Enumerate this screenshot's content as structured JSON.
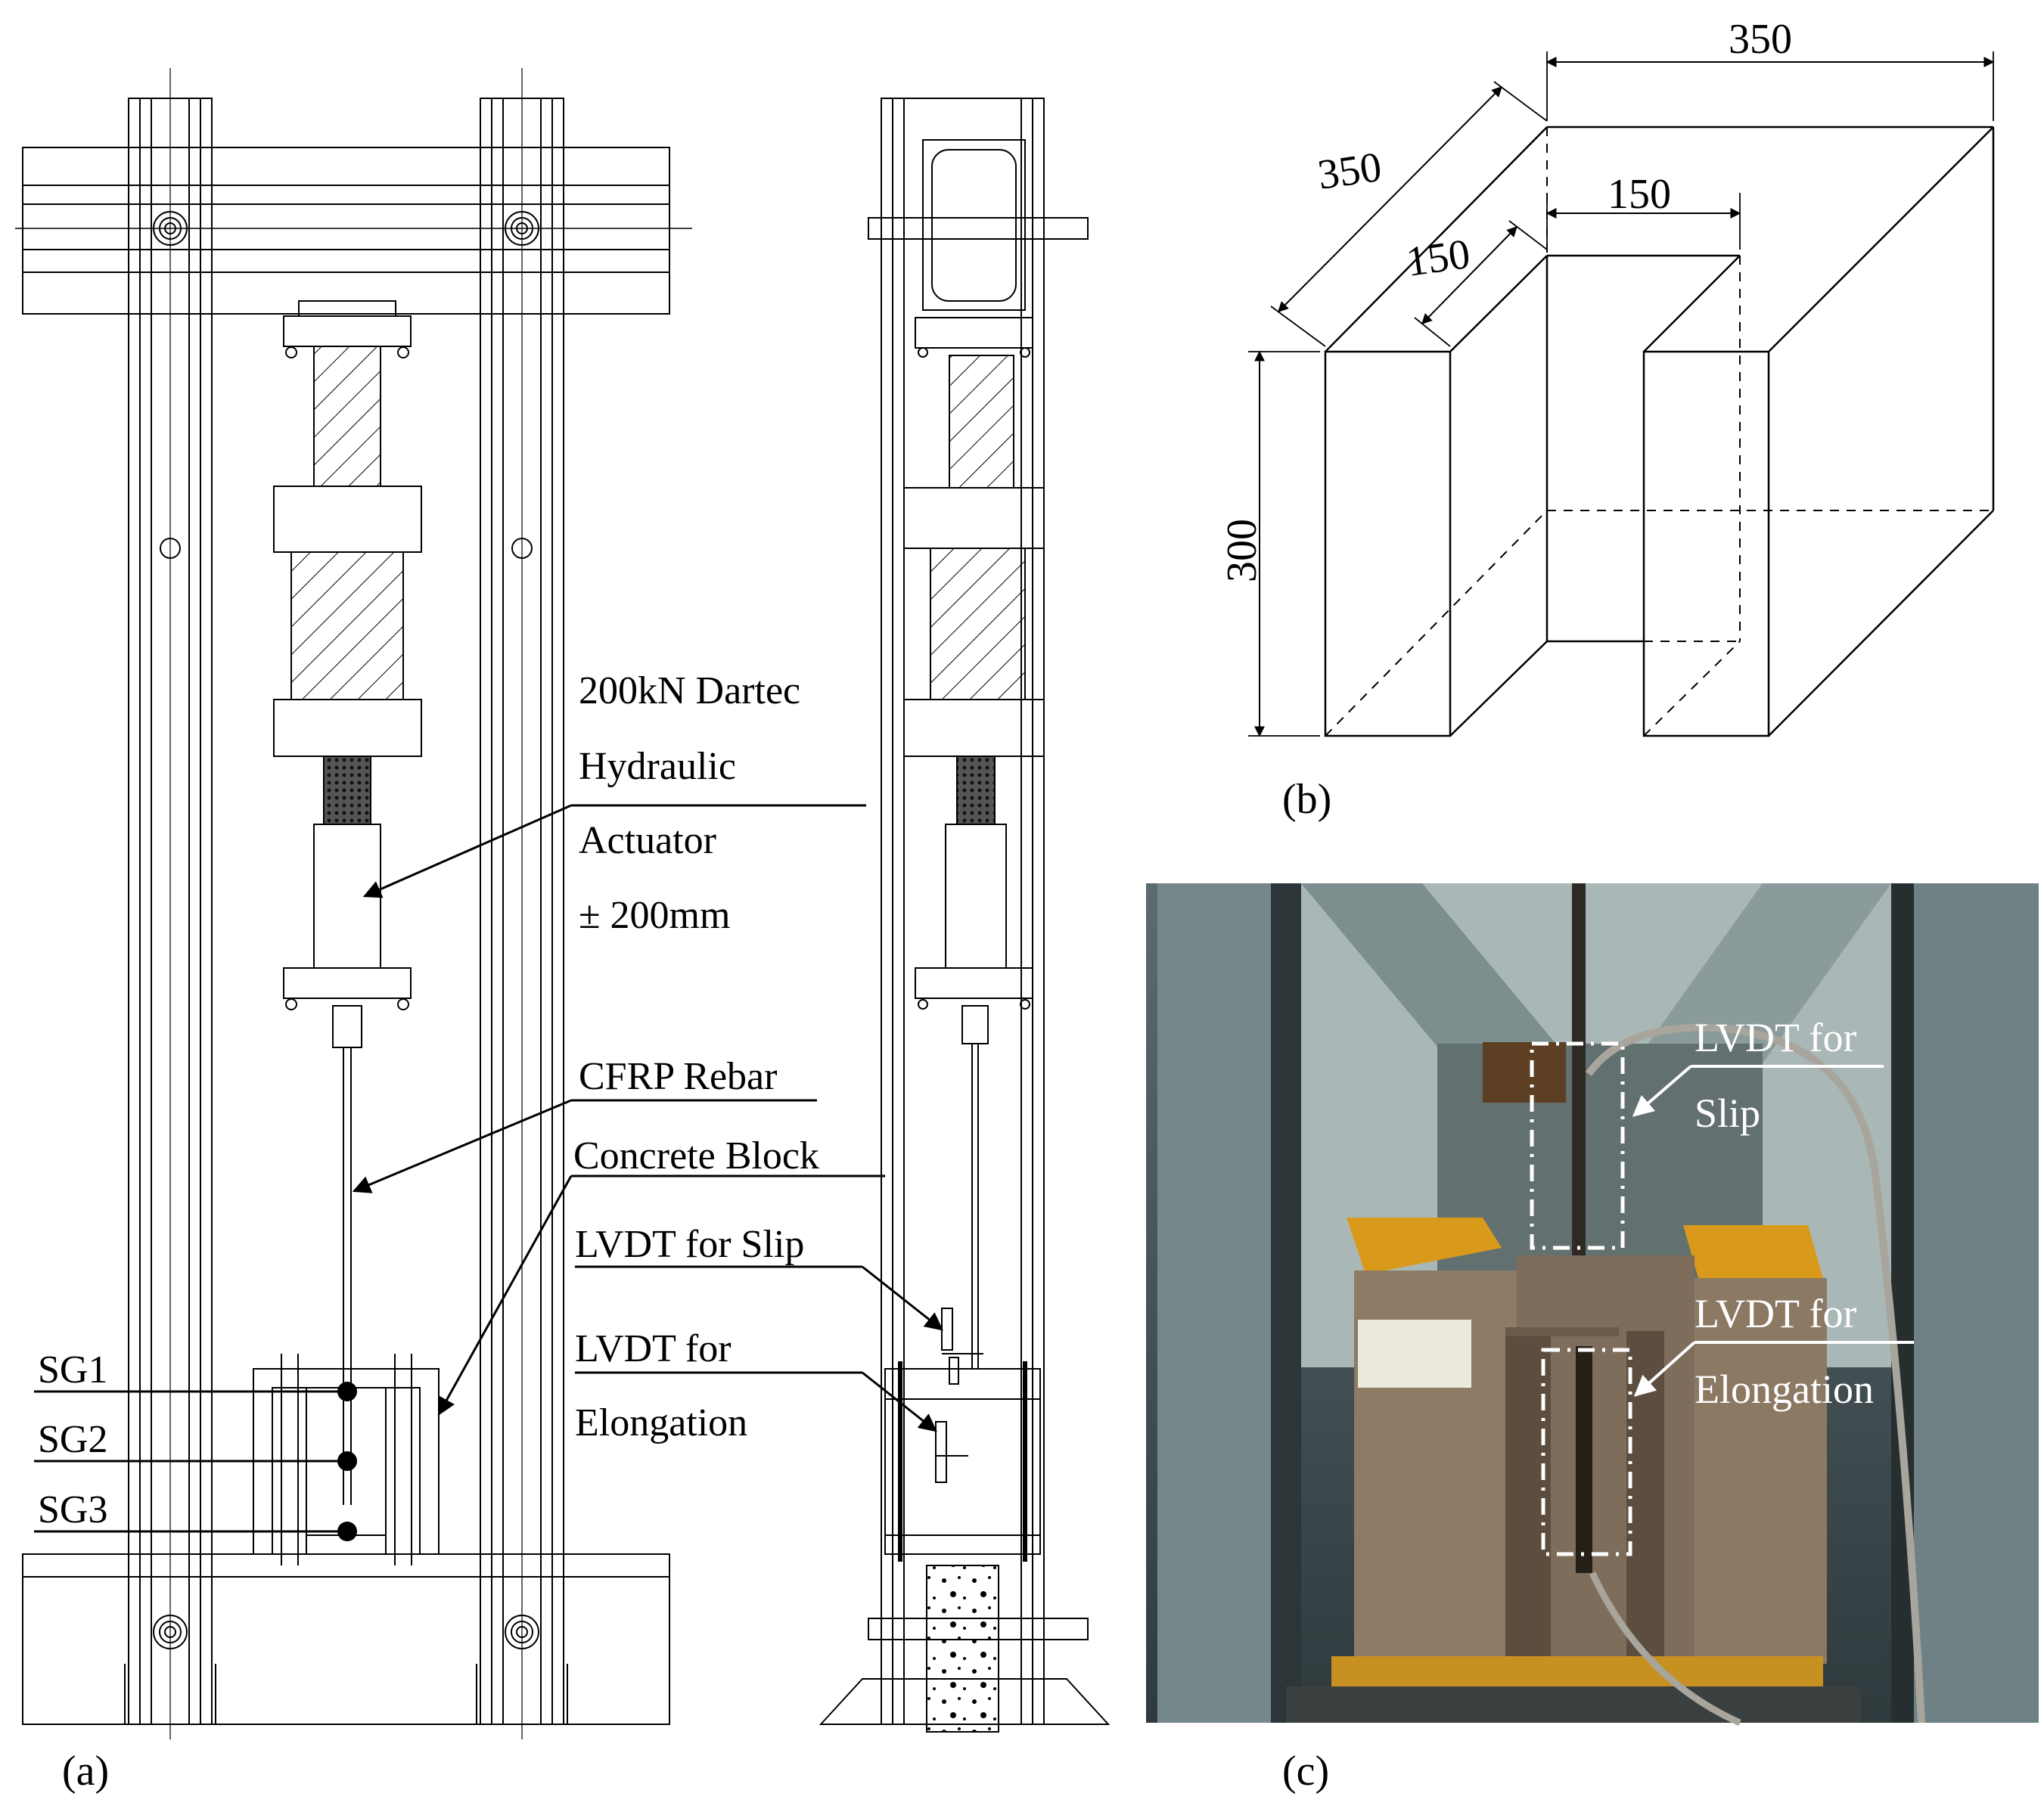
{
  "panel_a": {
    "caption": "(a)",
    "actuator_label": [
      "200kN Dartec",
      "Hydraulic",
      "Actuator",
      "± 200mm"
    ],
    "rebar_label": "CFRP Rebar",
    "block_label": "Concrete Block",
    "lvdt_slip_label": "LVDT for Slip",
    "lvdt_elong_label": [
      "LVDT for",
      "Elongation"
    ],
    "strain_gauges": [
      "SG1",
      "SG2",
      "SG3"
    ]
  },
  "panel_b": {
    "caption": "(b)",
    "dim_width": "350",
    "dim_depth": "350",
    "dim_slot_width": "150",
    "dim_slot_depth": "150",
    "dim_height": "300"
  },
  "panel_c": {
    "caption": "(c)",
    "lvdt_slip_label": [
      "LVDT for",
      "Slip"
    ],
    "lvdt_elong_label": [
      "LVDT for",
      "Elongation"
    ]
  },
  "colors": {
    "line": "#000000",
    "concrete": "#8c7a63",
    "steel_frame": "#7d8e92",
    "yellow_plate": "#e0a51e",
    "photo_label": "#ffffff"
  }
}
